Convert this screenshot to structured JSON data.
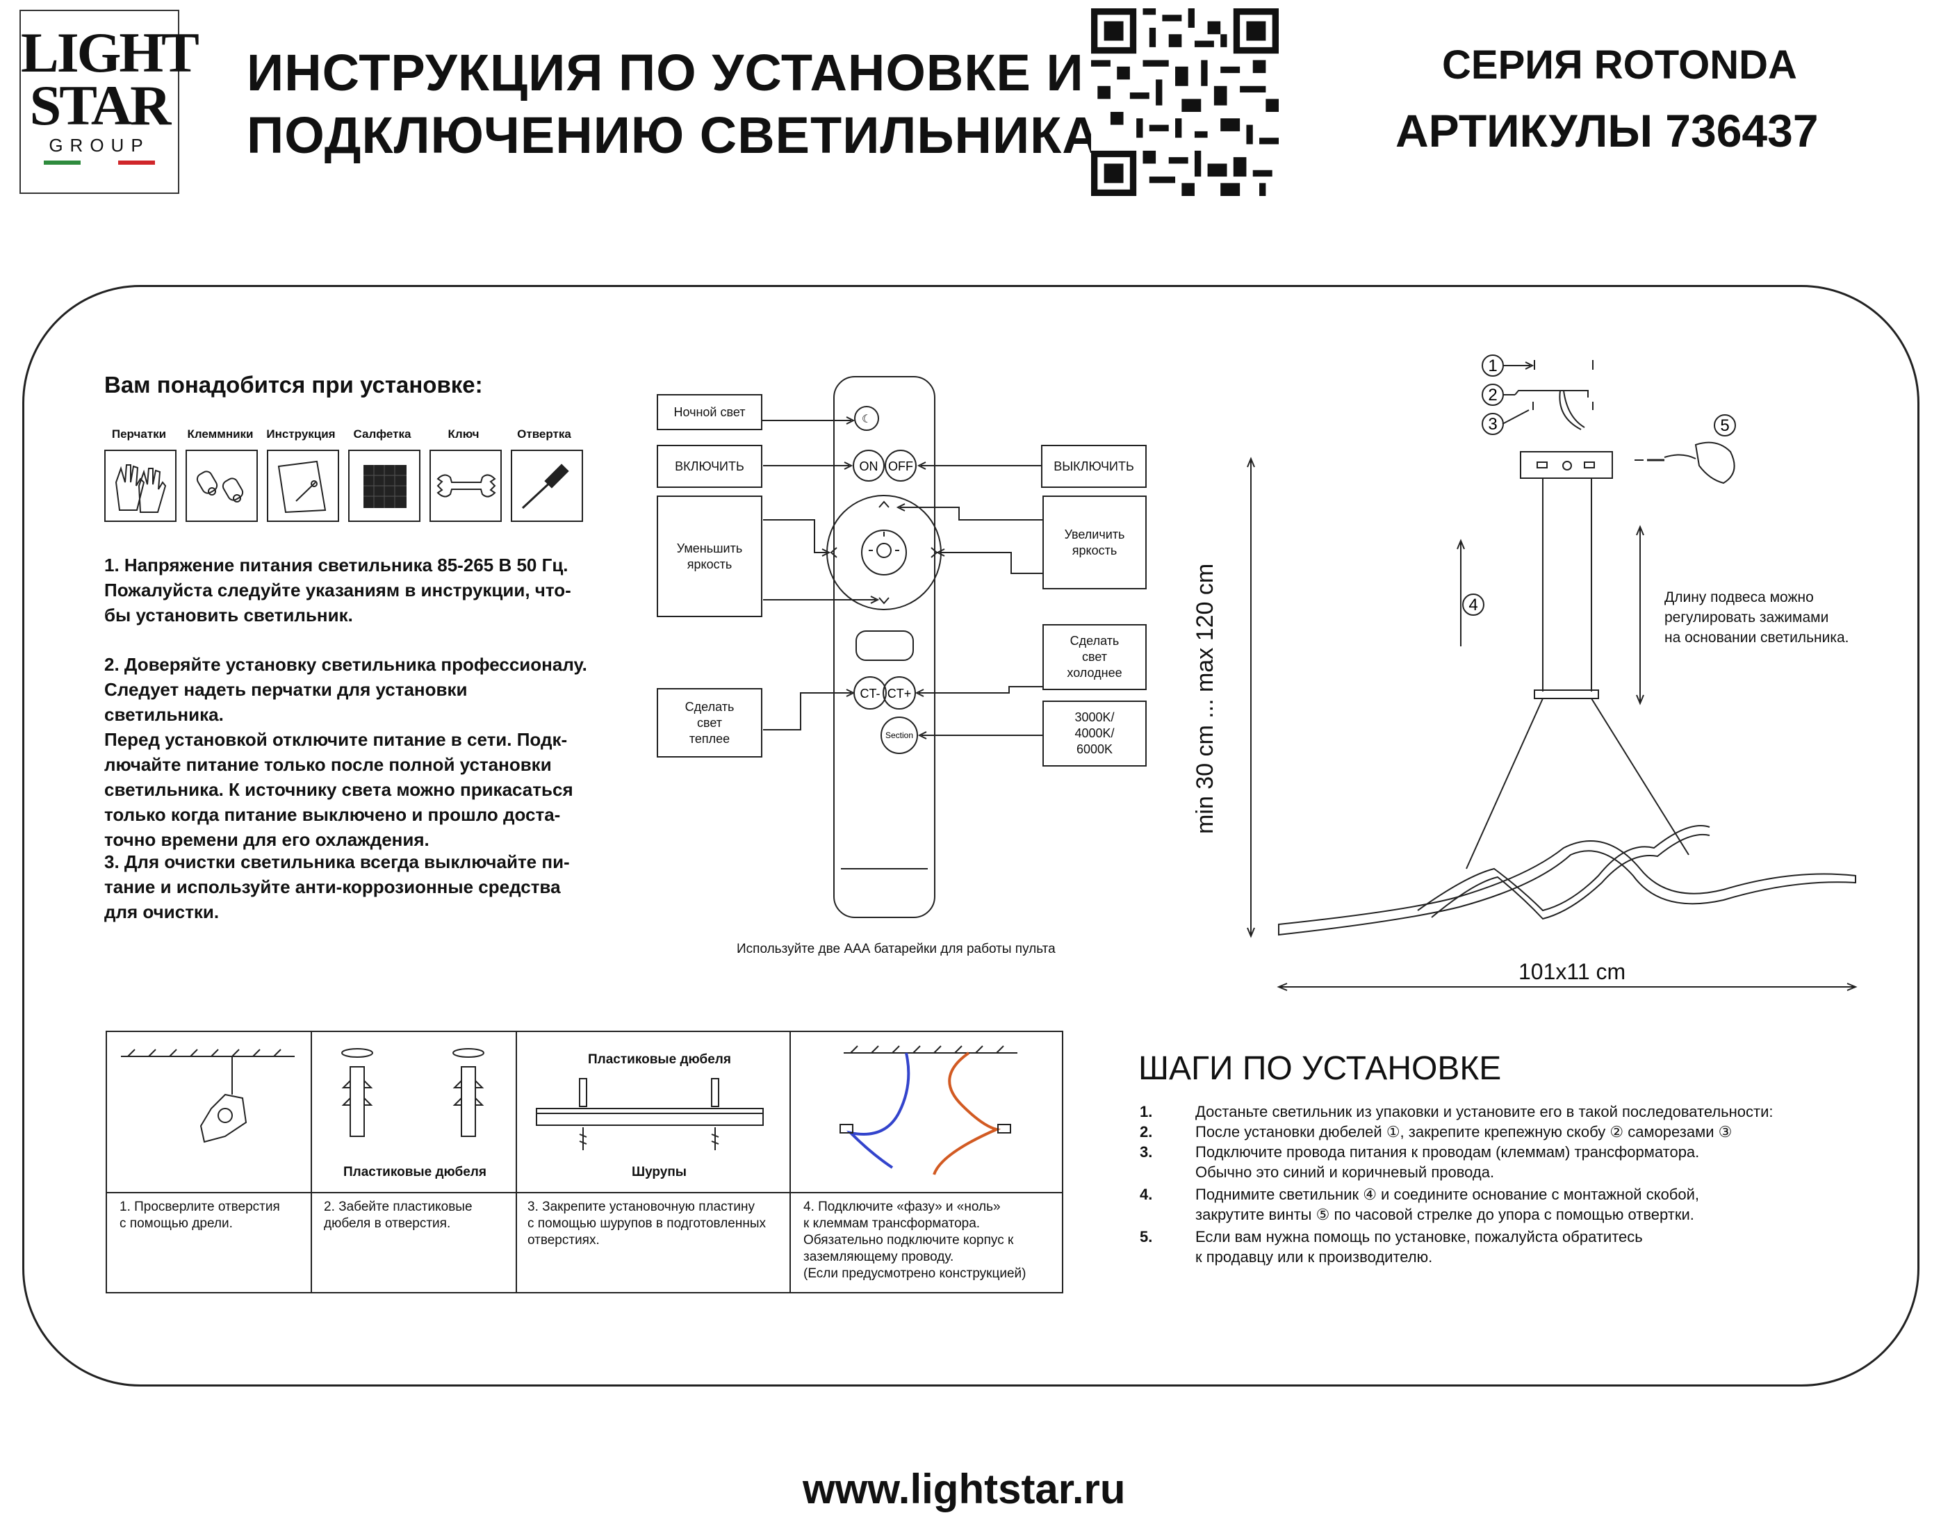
{
  "brand": {
    "line1": "LIGHT",
    "line2": "STAR",
    "line3": "GROUP",
    "flag_colors": [
      "#2e8b3d",
      "#ffffff",
      "#d0262a"
    ]
  },
  "header": {
    "title_line1": "ИНСТРУКЦИЯ ПО УСТАНОВКЕ И",
    "title_line2": "ПОДКЛЮЧЕНИЮ СВЕТИЛЬНИКА",
    "series": "СЕРИЯ ROTONDA",
    "article": "АРТИКУЛЫ 736437"
  },
  "tools": {
    "heading": "Вам понадобится при установке:",
    "items": [
      {
        "label": "Перчатки",
        "icon": "gloves-icon"
      },
      {
        "label": "Клеммники",
        "icon": "terminals-icon"
      },
      {
        "label": "Инструкция",
        "icon": "manual-icon"
      },
      {
        "label": "Салфетка",
        "icon": "cloth-icon"
      },
      {
        "label": "Ключ",
        "icon": "wrench-icon"
      },
      {
        "label": "Отвертка",
        "icon": "screwdriver-icon"
      }
    ]
  },
  "notes": {
    "p1": "1. Напряжение питания светильника 85-265 В 50 Гц.\nПожалуйста следуйте указаниям в инструкции, что-\nбы установить светильник.",
    "p2": "2. Доверяйте установку светильника профессионалу.\nСледует надеть перчатки для установки светильника.\nПеред установкой отключите питание в сети. Подк-\nлючайте питание только после полной установки\nсветильника. К источнику света можно прикасаться\nтолько когда питание выключено и прошло доста-\nточно времени для его охлаждения.",
    "p3": "3. Для очистки светильника всегда выключайте пи-\nтание и используйте анти-коррозионные средства\nдля очистки."
  },
  "remote": {
    "night": "Ночной свет",
    "on": "ВКЛЮЧИТЬ",
    "off": "ВЫКЛЮЧИТЬ",
    "dim": "Уменьшить\nяркость",
    "bright": "Увеличить\nяркость",
    "colder": "Сделать\nсвет\nхолоднее",
    "warmer": "Сделать\nсвет\nтеплее",
    "cct": "3000K/\n4000K/\n6000K",
    "btn_on": "ON",
    "btn_off": "OFF",
    "btn_ct_minus": "CT-",
    "btn_ct_plus": "CT+",
    "btn_section": "Section",
    "battery_note": "Используйте две ААА батарейки для работы пульта"
  },
  "fixture": {
    "height": "min 30 cm ... max 120 cm",
    "size": "101x11 cm",
    "suspension_note": "Длину подвеса можно\nрегулировать зажимами\nна основании светильника.",
    "callouts": [
      "1",
      "2",
      "3",
      "4",
      "5"
    ]
  },
  "install_panels": [
    {
      "caption": "1. Просверлите отверстия\nс помощью дрели."
    },
    {
      "label": "Пластиковые дюбеля",
      "caption": "2. Забейте пластиковые\nдюбеля в отверстия."
    },
    {
      "label_top": "Пластиковые дюбеля",
      "label_bottom": "Шурупы",
      "caption": "3. Закрепите установочную пластину\nс помощью шурупов в подготовленных\nотверстиях."
    },
    {
      "caption": "4. Подключите «фазу» и «ноль»\nк клеммам трансформатора.\nОбязательно подключите корпус к\nзаземляющему проводу.\n(Если предусмотрено конструкцией)"
    }
  ],
  "steps": {
    "title": "ШАГИ ПО УСТАНОВКЕ",
    "items": [
      {
        "num": "1.",
        "text": "Достаньте светильник из упаковки и установите его в такой последовательности:"
      },
      {
        "num": "2.",
        "text": "После установки дюбелей ①, закрепите крепежную скобу ② саморезами ③"
      },
      {
        "num": "3.",
        "text": "Подключите провода питания к проводам (клеммам) трансформатора.\nОбычно это синий и коричневый провода."
      },
      {
        "num": "4.",
        "text": "Поднимите светильник ④ и соедините основание с монтажной скобой,\nзакрутите винты ⑤ по часовой стрелке до упора с помощью отвертки."
      },
      {
        "num": "5.",
        "text": "Если вам нужна помощь по установке, пожалуйста обратитесь\nк продавцу или к производителю."
      }
    ]
  },
  "footer": {
    "site": "www.lightstar.ru"
  }
}
